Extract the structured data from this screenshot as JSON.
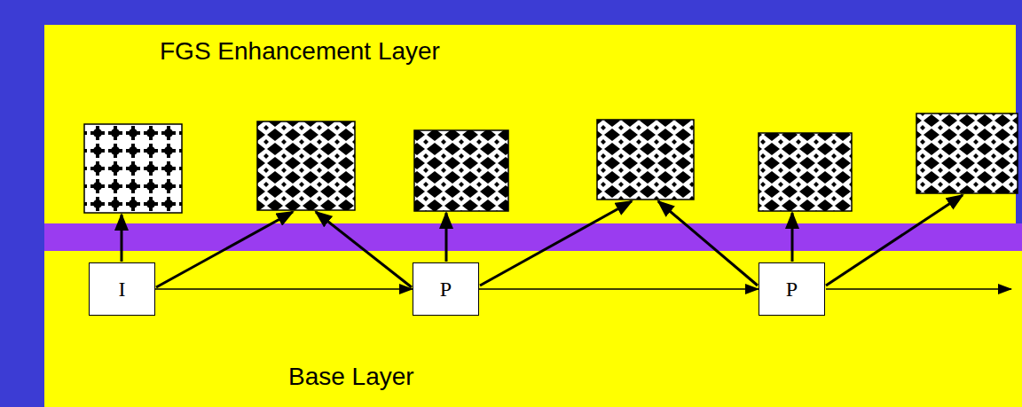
{
  "diagram": {
    "nodes": [
      {
        "text": [
          "FGS Enhancement Layer"
        ]
      },
      {
        "text": [
          "Base Layer"
        ]
      },
      {
        "text": [
          "I"
        ],
        "in": 1
      },
      {
        "text": [
          "P"
        ],
        "in": 1
      },
      {
        "text": [
          "P"
        ],
        "in": 1
      }
    ],
    "edges": [
      {
        "from": 2,
        "to": 3,
        "arrow": "to"
      },
      {
        "from": 3,
        "to": 4,
        "arrow": "to"
      }
    ]
  }
}
